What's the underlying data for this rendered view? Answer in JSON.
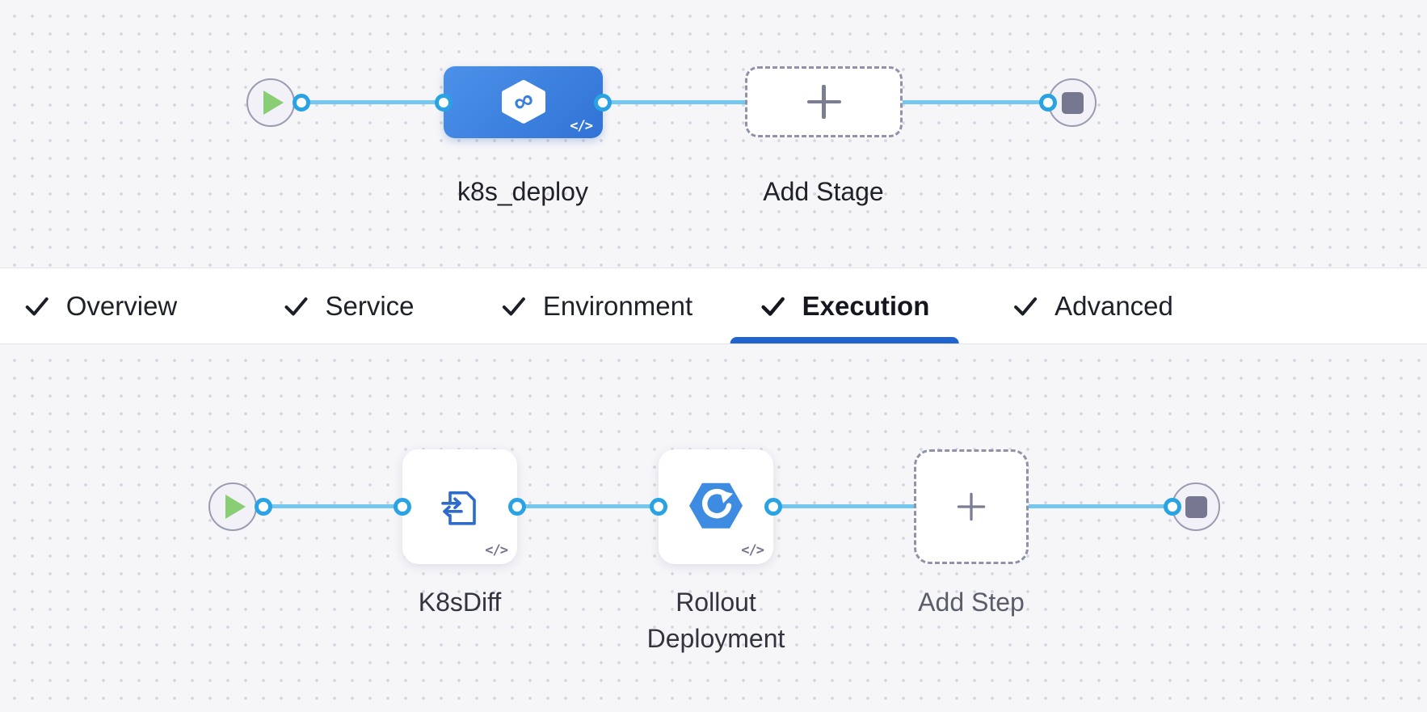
{
  "stage_graph": {
    "stage_card": {
      "label": "k8s_deploy",
      "icon": "harness-stage-icon",
      "code_glyph": "</>"
    },
    "add_stage_label": "Add Stage",
    "start_node": "play",
    "end_node": "stop"
  },
  "tabs": {
    "items": [
      {
        "label": "Overview",
        "checked": true,
        "active": false
      },
      {
        "label": "Service",
        "checked": true,
        "active": false
      },
      {
        "label": "Environment",
        "checked": true,
        "active": false
      },
      {
        "label": "Execution",
        "checked": true,
        "active": true
      },
      {
        "label": "Advanced",
        "checked": true,
        "active": false
      }
    ],
    "active_tab": "Execution"
  },
  "execution_graph": {
    "steps": [
      {
        "label": "K8sDiff",
        "icon": "k8s-diff-icon",
        "code_glyph": "</>"
      },
      {
        "label": "Rollout Deployment",
        "icon": "rollout-deployment-icon",
        "code_glyph": "</>"
      }
    ],
    "add_step_label": "Add Step",
    "start_node": "play",
    "end_node": "stop"
  },
  "colors": {
    "accent_underline_blue": "#2264cf",
    "connector_blue": "#74c7ef",
    "port_ring_blue": "#29a3e3",
    "stage_card_blue": "#3b82e0",
    "play_green": "#89ce74",
    "node_border_gray": "#999cb2",
    "stop_square_gray": "#757890",
    "canvas_bg": "#f6f6f9"
  }
}
